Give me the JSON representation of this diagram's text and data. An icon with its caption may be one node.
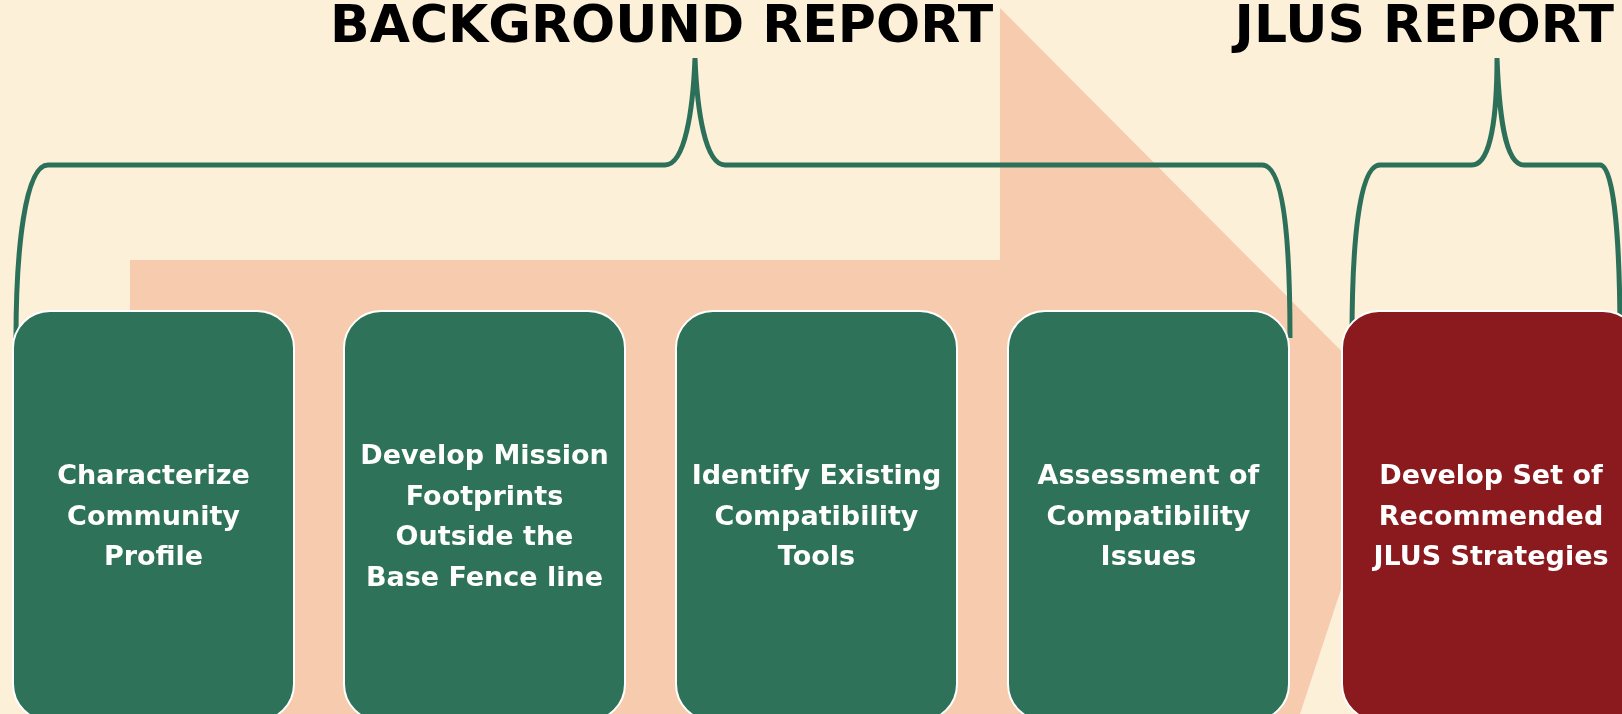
{
  "diagram": {
    "nodes": [
      {
        "text": [
          "Characterize Community Profile"
        ]
      },
      {
        "text": [
          "Develop Mission Footprints Outside the Base Fence line"
        ]
      },
      {
        "text": [
          "Identify Existing Compatibility Tools"
        ]
      },
      {
        "text": [
          "Assessment of Compatibility Issues"
        ]
      },
      {
        "text": [
          "Develop Set of Recommended JLUS Strategies"
        ]
      }
    ],
    "labels": [
      "BACKGROUND REPORT",
      "JLUS REPORT"
    ]
  }
}
